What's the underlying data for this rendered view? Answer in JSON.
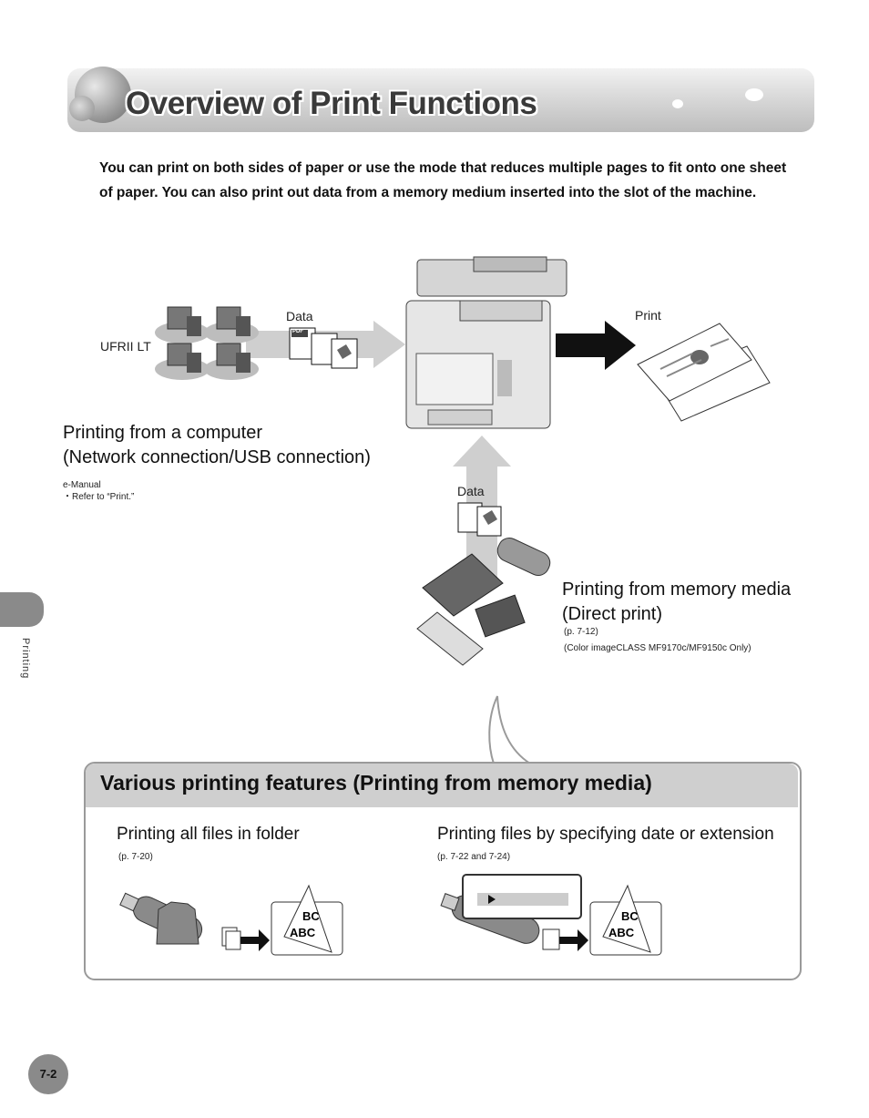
{
  "header": {
    "title": "Overview of Print Functions"
  },
  "intro": {
    "text": "You can print on both sides of paper or use the mode that reduces multiple pages to fit onto one sheet of paper. You can also print out data from a memory medium inserted into the slot of the machine."
  },
  "diagram": {
    "ufr_label": "UFRII LT",
    "data_label_top": "Data",
    "data_label_bottom": "Data",
    "print_label": "Print",
    "pdf_label": "PDF"
  },
  "computer_section": {
    "heading_line1": "Printing from a computer",
    "heading_line2": "(Network connection/USB connection)",
    "ref_line1": "e-Manual",
    "ref_line2": "・Refer to “Print.”"
  },
  "memory_section": {
    "heading_line1": "Printing from memory media",
    "heading_line2": "(Direct print)",
    "page_ref": "(p. 7-12)",
    "models": "(Color imageCLASS MF9170c/MF9150c Only)"
  },
  "features": {
    "title": "Various printing features (Printing from memory media)",
    "left_heading": "Printing all files in folder",
    "left_ref": "(p. 7-20)",
    "right_heading": "Printing files by specifying date or extension",
    "right_ref": "(p. 7-22 and 7-24)"
  },
  "sidebar": {
    "tab_label": "Printing"
  },
  "footer": {
    "page_number": "7-2"
  }
}
